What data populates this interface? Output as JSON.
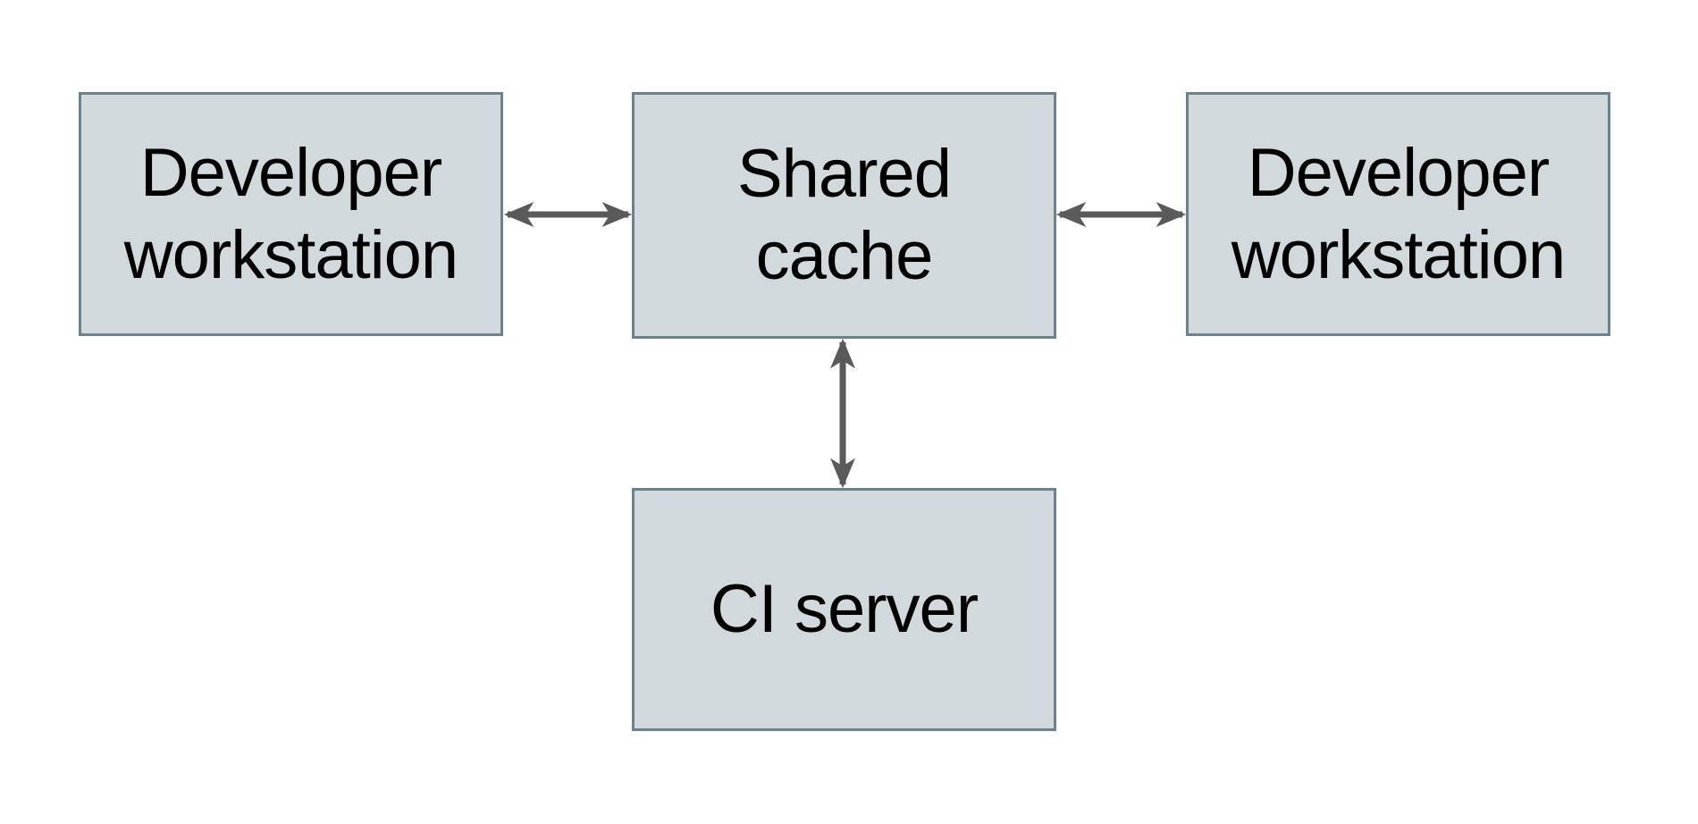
{
  "diagram": {
    "type": "architecture-diagram",
    "nodes": {
      "workstation_left": {
        "label": "Developer\nworkstation"
      },
      "shared_cache": {
        "label": "Shared\ncache"
      },
      "workstation_right": {
        "label": "Developer\nworkstation"
      },
      "ci_server": {
        "label": "CI server"
      }
    },
    "edges": [
      {
        "from": "workstation_left",
        "to": "shared_cache",
        "direction": "bidirectional"
      },
      {
        "from": "shared_cache",
        "to": "workstation_right",
        "direction": "bidirectional"
      },
      {
        "from": "shared_cache",
        "to": "ci_server",
        "direction": "bidirectional"
      }
    ],
    "colors": {
      "background": "#ffffff",
      "node_fill": "#d2d9dc",
      "node_border": "#69828e",
      "arrow": "#5a5a5a",
      "text": "#000000"
    }
  }
}
